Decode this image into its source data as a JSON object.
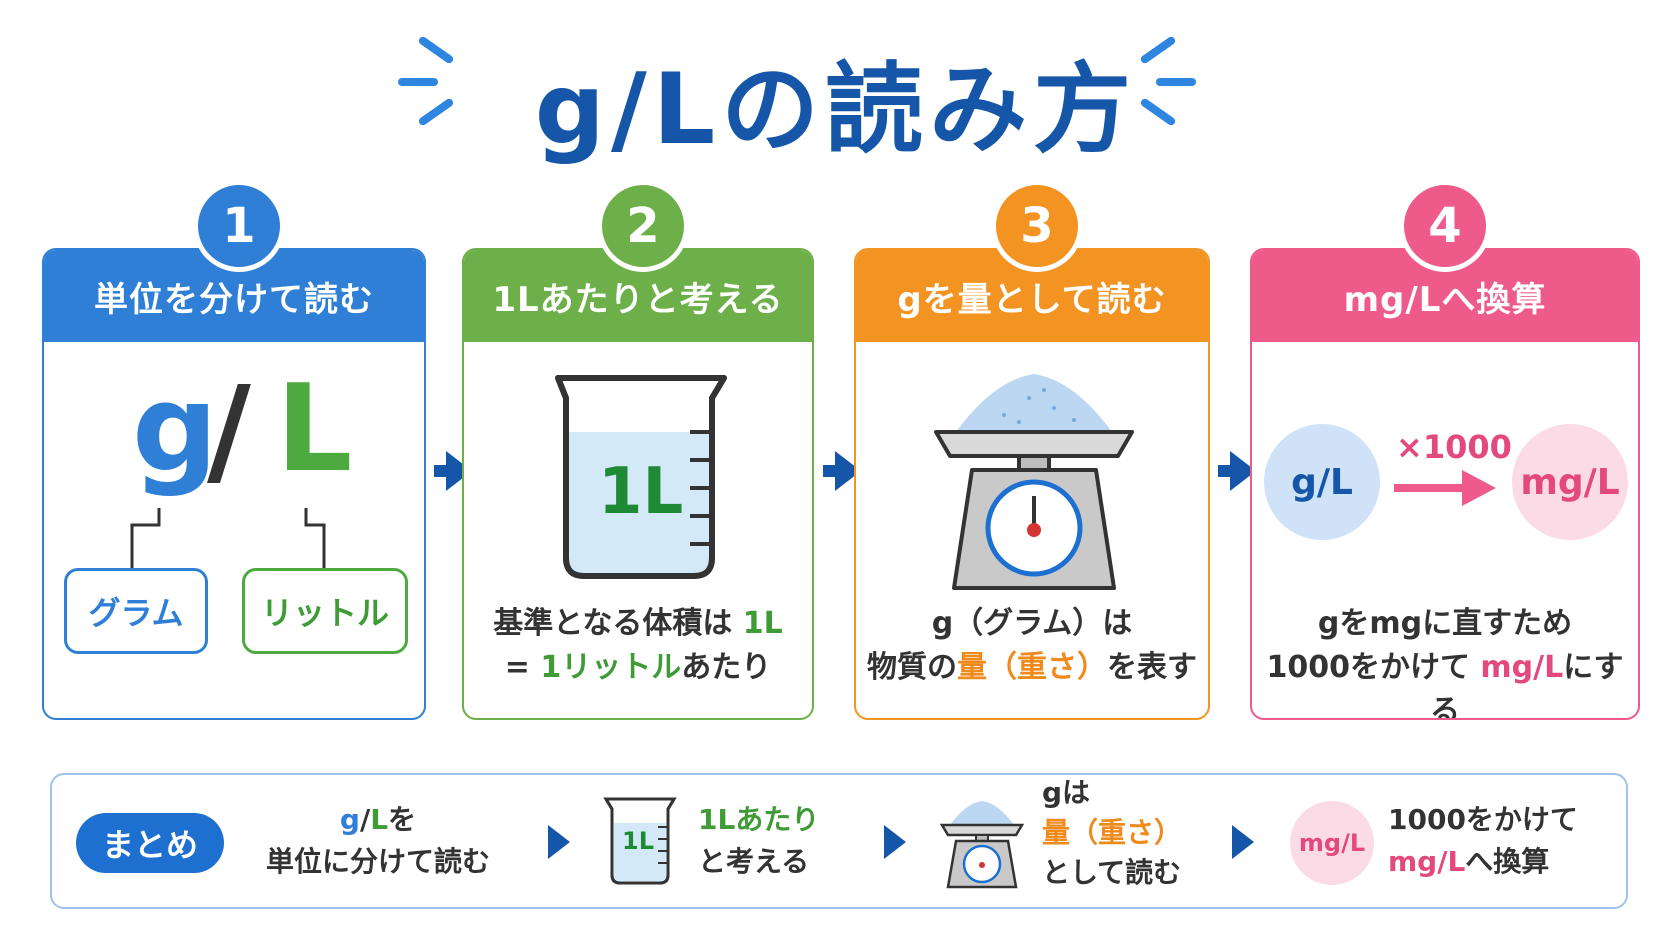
{
  "title": "g/Lの読み方",
  "colors": {
    "blue": "#2f7fd6",
    "green": "#6db04a",
    "orange": "#f39321",
    "pink": "#ee5a8a",
    "dark_blue": "#1656a8"
  },
  "steps": [
    {
      "number": "1",
      "heading": "単位を分けて読む",
      "symbol_g": "g",
      "symbol_slash": "/",
      "symbol_l": "L",
      "tag_gram": "グラム",
      "tag_liter": "リットル"
    },
    {
      "number": "2",
      "heading": "1Lあたりと考える",
      "beaker_label": "1L",
      "desc_line1_a": "基準となる体積は ",
      "desc_line1_b": "1L",
      "desc_line2_a": "= ",
      "desc_line2_b": "1リットル",
      "desc_line2_c": "あたり"
    },
    {
      "number": "3",
      "heading": "gを量として読む",
      "desc_line1": "g（グラム）は",
      "desc_line2_a": "物質の",
      "desc_line2_b": "量（重さ）",
      "desc_line2_c": "を表す"
    },
    {
      "number": "4",
      "heading": "mg/Lへ換算",
      "left_circle": "g/L",
      "multiplier": "×1000",
      "right_circle": "mg/L",
      "desc_line1": "gをmgに直すため",
      "desc_line2_a": "1000をかけて ",
      "desc_line2_b": "mg/L",
      "desc_line2_c": "にする"
    }
  ],
  "summary": {
    "label": "まとめ",
    "item1_a": "g",
    "item1_b": "/",
    "item1_c": "L",
    "item1_d": "を",
    "item1_line2": "単位に分けて読む",
    "beaker_label": "1L",
    "item2_line1": "1Lあたり",
    "item2_line2": "と考える",
    "item3_line1": "gは",
    "item3_line2": "量（重さ）",
    "item3_line3": "として読む",
    "circle": "mg/L",
    "item4_line1": "1000をかけて",
    "item4_line2_a": "mg/L",
    "item4_line2_b": "へ換算"
  }
}
